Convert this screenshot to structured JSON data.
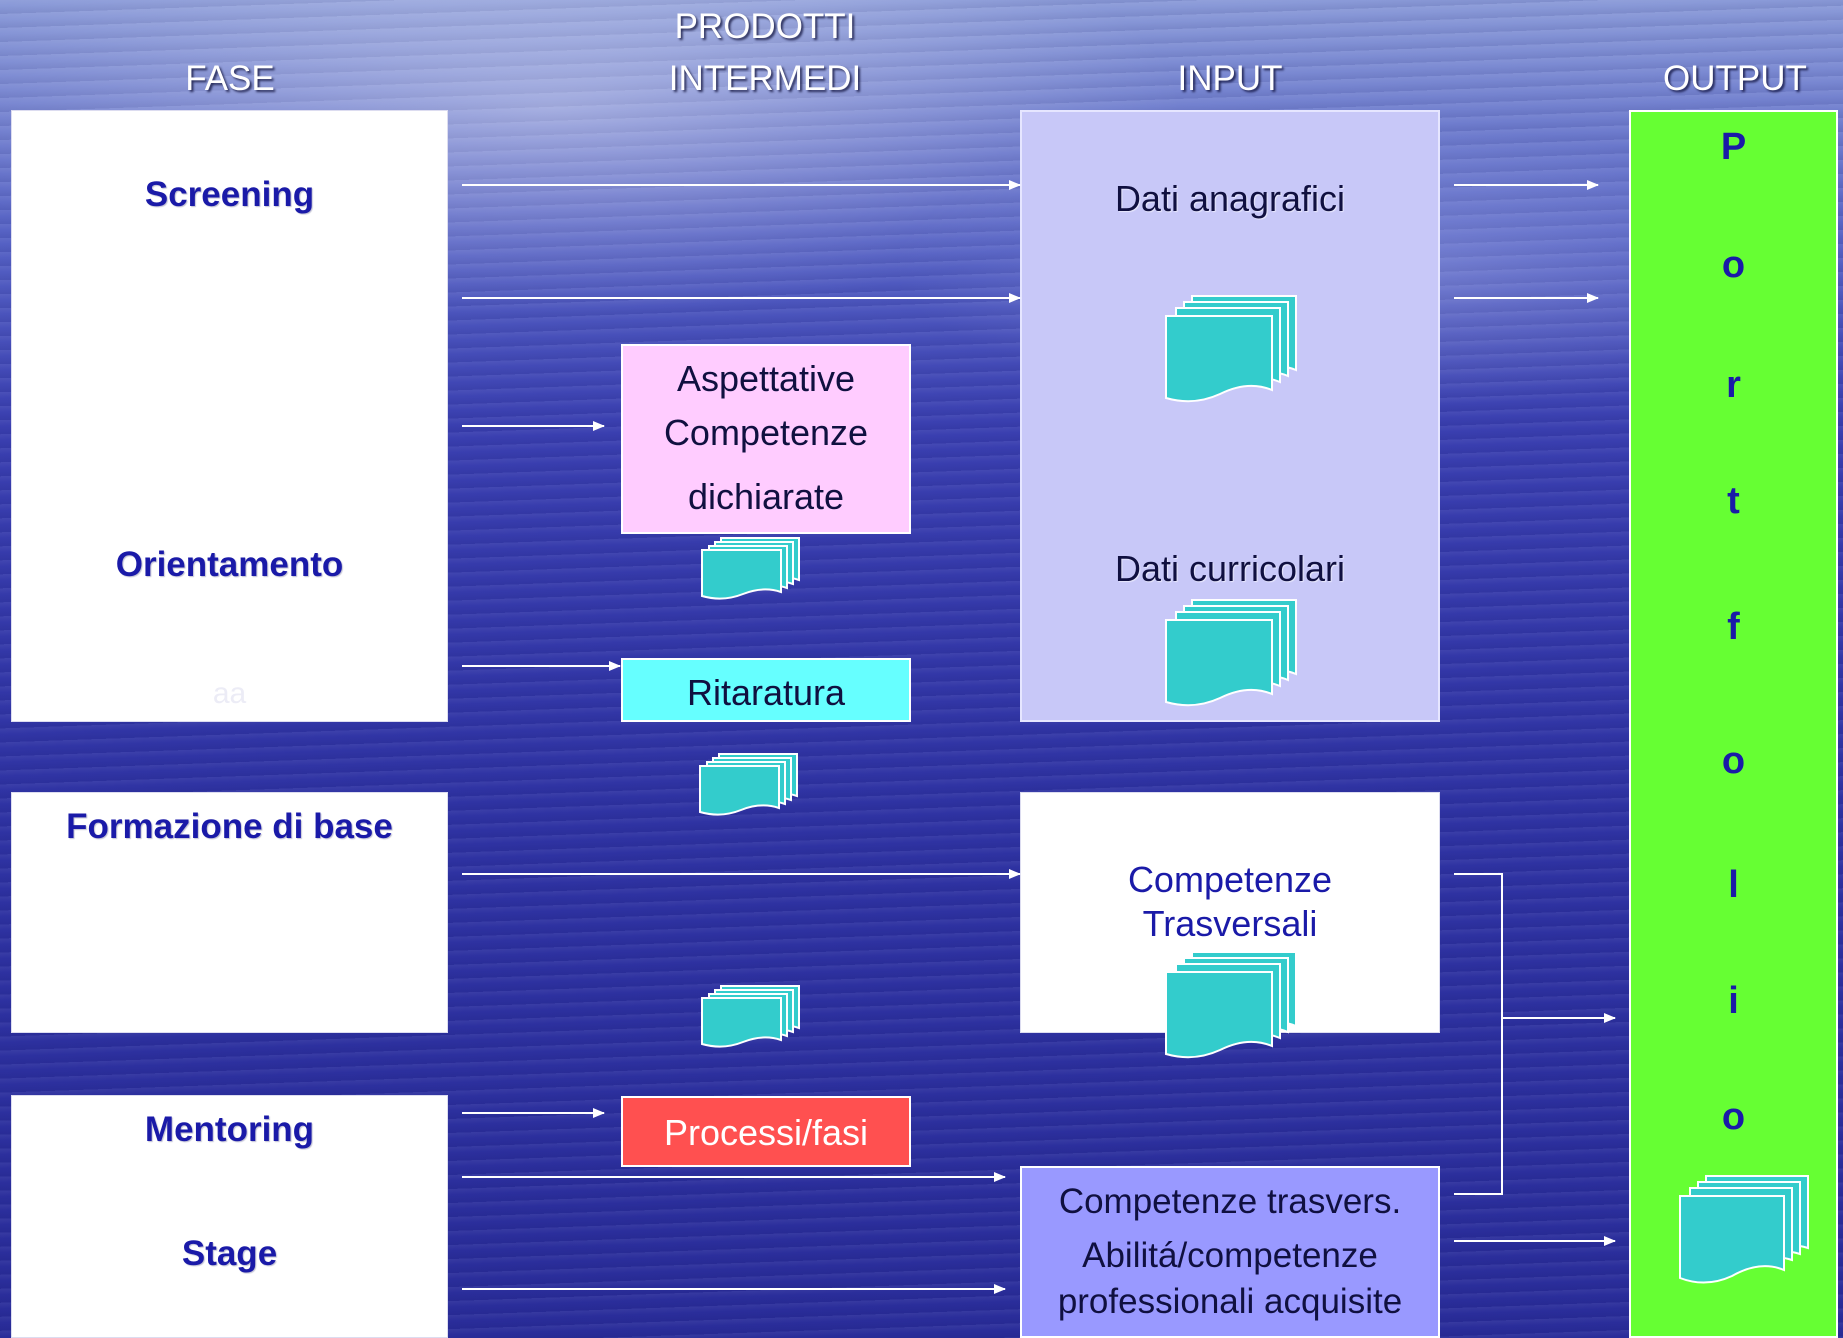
{
  "headers": {
    "fase": "FASE",
    "prodotti_line1": "PRODOTTI",
    "prodotti_line2": "INTERMEDI",
    "input": "INPUT",
    "output": "OUTPUT"
  },
  "phases": {
    "screening": "Screening",
    "orientamento": "Orientamento",
    "aa": "aa",
    "formazione": "Formazione di base",
    "mentoring": "Mentoring",
    "stage": "Stage"
  },
  "products": {
    "aspettative_line1": "Aspettative",
    "aspettative_line2": "Competenze",
    "aspettative_line3": "dichiarate",
    "ritaratura": "Ritaratura",
    "processi": "Processi/fasi"
  },
  "inputs": {
    "dati_anagrafici": "Dati anagrafici",
    "dati_curricolari": "Dati curricolari",
    "trasversali_line1": "Competenze",
    "trasversali_line2": "Trasversali",
    "acquisite_line1": "Competenze trasvers.",
    "acquisite_line2": "Abilitá/competenze",
    "acquisite_line3": "professionali acquisite"
  },
  "output": {
    "letters": [
      "P",
      "o",
      "r",
      "t",
      "f",
      "o",
      "l",
      "i",
      "o"
    ]
  },
  "colors": {
    "phase_text": "#1a1aa8",
    "input_lavender": "#c8c8f8",
    "product_pink": "#ffccff",
    "product_cyan": "#66ffff",
    "product_red": "#ff5050",
    "acquired_purple": "#9999ff",
    "output_green": "#66ff33",
    "document_icon": "#33cccc"
  }
}
